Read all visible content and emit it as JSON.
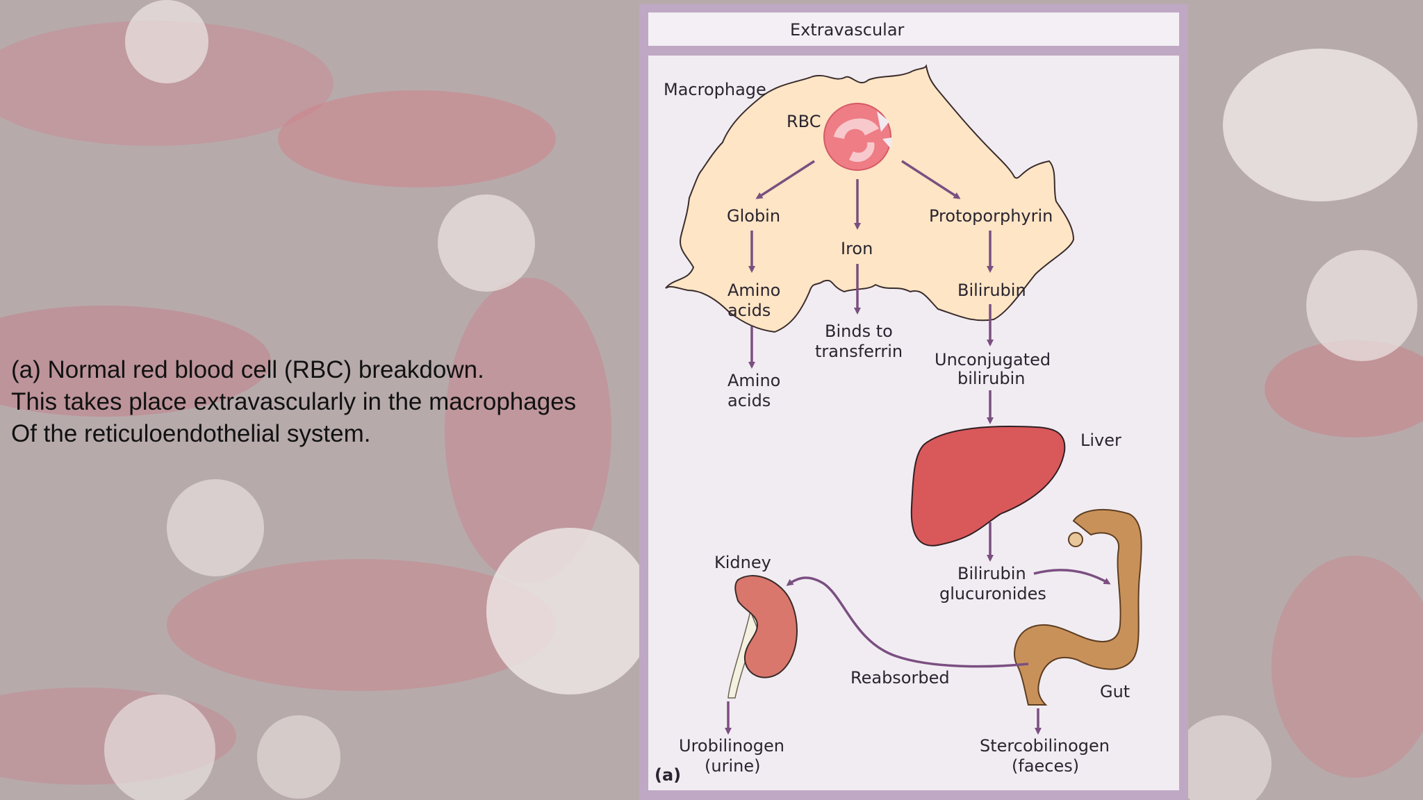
{
  "caption": {
    "line1": "(a) Normal red blood cell (RBC) breakdown.",
    "line2": "This takes place extravascularly in the macrophages",
    "line3": "Of the reticuloendothelial system."
  },
  "diagram": {
    "header": "Extravascular",
    "panel_letter": "(a)",
    "labels": {
      "macrophage": "Macrophage",
      "rbc": "RBC",
      "globin": "Globin",
      "iron": "Iron",
      "protoporphyrin": "Protoporphyrin",
      "amino_acids_1a": "Amino",
      "amino_acids_1b": "acids",
      "binds_a": "Binds to",
      "binds_b": "transferrin",
      "bilirubin": "Bilirubin",
      "amino_acids_2a": "Amino",
      "amino_acids_2b": "acids",
      "unconj_a": "Unconjugated",
      "unconj_b": "bilirubin",
      "liver": "Liver",
      "kidney": "Kidney",
      "gluc_a": "Bilirubin",
      "gluc_b": "glucuronides",
      "reabsorbed": "Reabsorbed",
      "gut": "Gut",
      "urobil_a": "Urobilinogen",
      "urobil_b": "(urine)",
      "stercob_a": "Stercobilinogen",
      "stercob_b": "(faeces)"
    }
  },
  "colors": {
    "frame": "#bfa8c4",
    "panel": "#f1ecf2",
    "macrophage": "#fde5c5",
    "arrow": "#7a4f80",
    "liver": "#d9585a",
    "kidney": "#d9776d",
    "gut": "#c9915a",
    "rbc": "#ee7d86"
  }
}
